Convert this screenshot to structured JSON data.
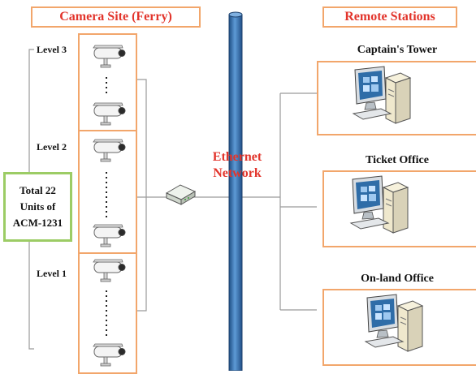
{
  "headers": {
    "camera_site": "Camera Site (Ferry)",
    "remote_stations": "Remote Stations"
  },
  "levels": [
    "Level 3",
    "Level 2",
    "Level 1"
  ],
  "total_box": [
    "Total 22",
    "Units of",
    "ACM-1231"
  ],
  "network_label": [
    "Ethernet",
    "Network"
  ],
  "stations": [
    "Captain's Tower",
    "Ticket Office",
    "On-land Office"
  ],
  "colors": {
    "header_text": "#e2342b",
    "box_border": "#f2a66b",
    "total_border": "#9ccc65",
    "pipe": "#3c79b8",
    "lines": "#9a9a9a"
  },
  "icons": {
    "camera": "cctv-camera-icon",
    "switch": "ethernet-switch-icon",
    "workstation": "computer-workstation-icon"
  }
}
